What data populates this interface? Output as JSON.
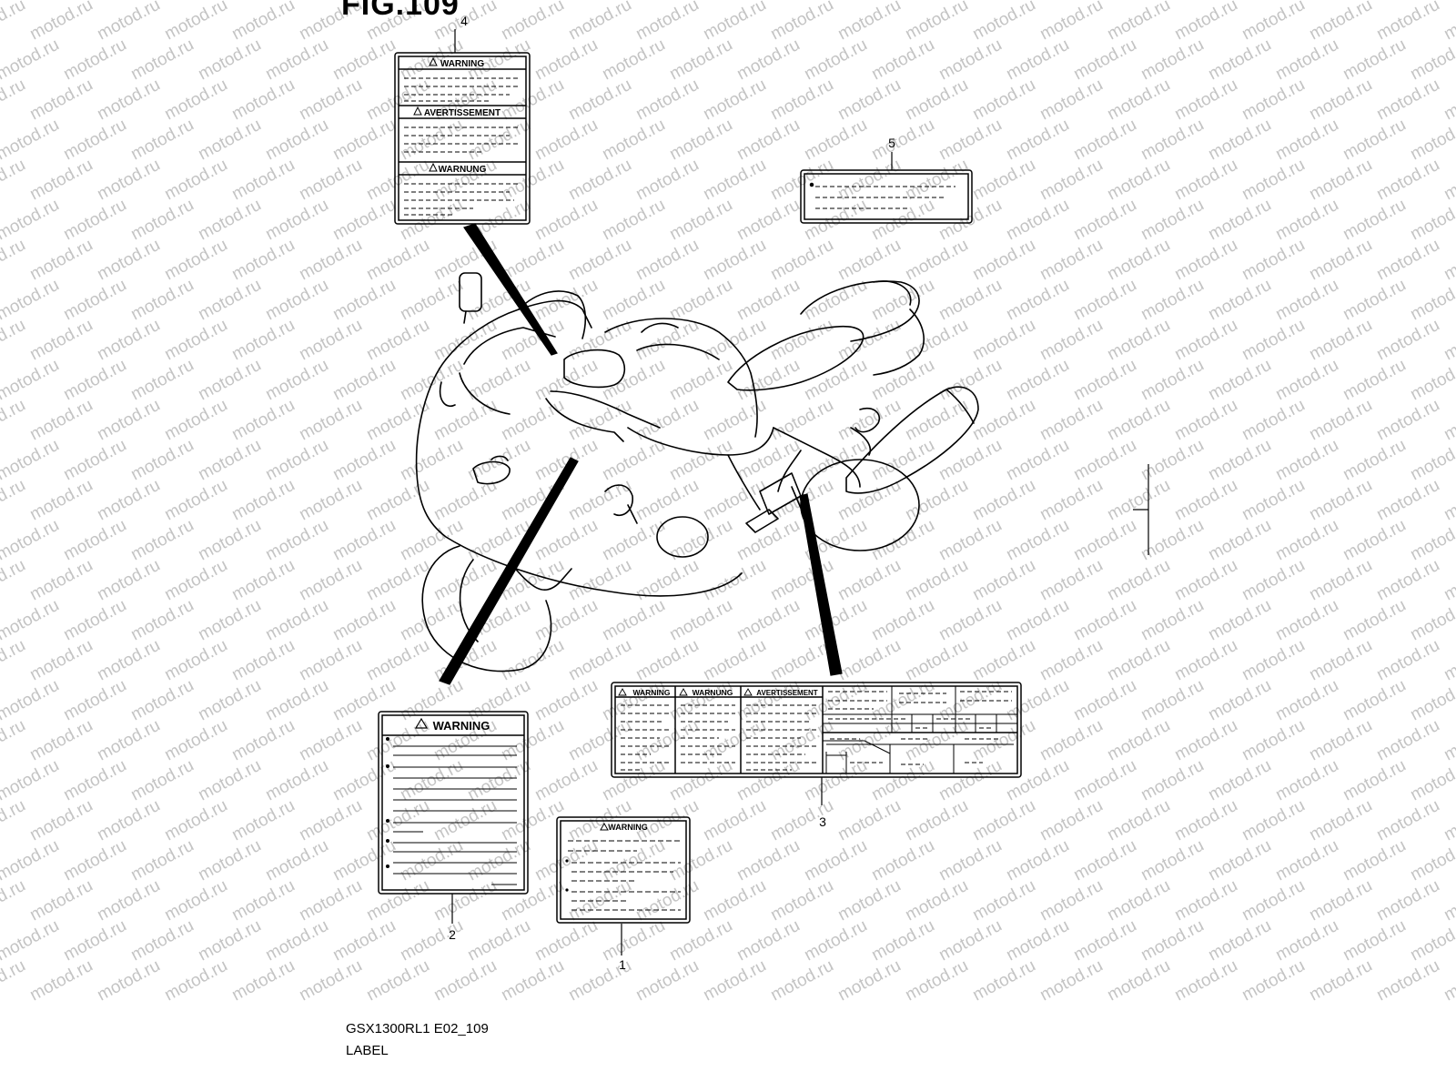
{
  "figure_title": "FIG.109",
  "model_code": "GSX1300RL1 E02_109",
  "section_name": "LABEL",
  "watermark_text": "motod.ru",
  "callouts": [
    "1",
    "2",
    "3",
    "4",
    "5"
  ],
  "labels": {
    "label1": {
      "header": "WARNING"
    },
    "label2": {
      "header": "WARNING"
    },
    "label3": {
      "headers": [
        "WARNING",
        "WARNUNG",
        "AVERTISSEMENT"
      ]
    },
    "label4": {
      "headers": [
        "WARNING",
        "AVERTISSEMENT",
        "WARNUNG"
      ]
    }
  },
  "colors": {
    "line": "#000000",
    "watermark": "#c4c4c4",
    "background": "#ffffff"
  }
}
